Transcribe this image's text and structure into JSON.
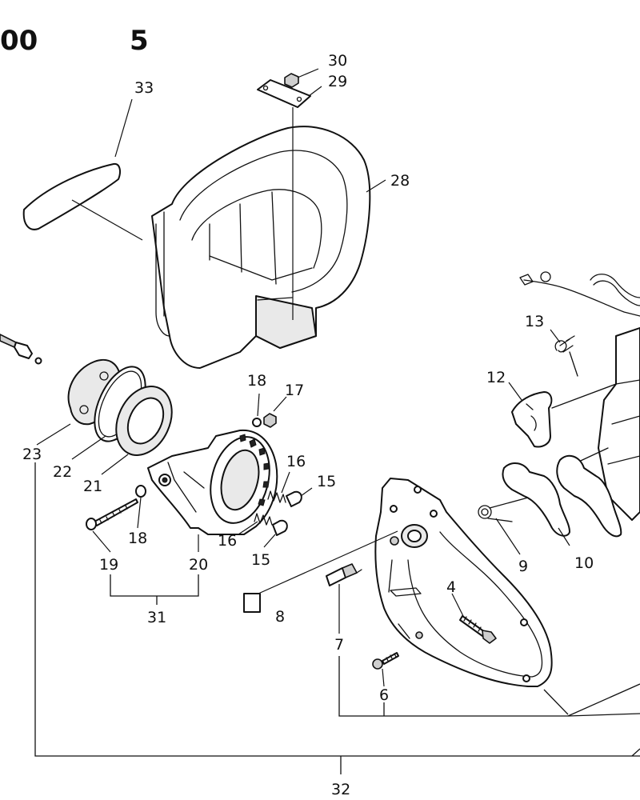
{
  "header": {
    "left_text": "00",
    "right_text": "5"
  },
  "callouts": [
    {
      "id": "c33",
      "text": "33"
    },
    {
      "id": "c30",
      "text": "30"
    },
    {
      "id": "c29",
      "text": "29"
    },
    {
      "id": "c28",
      "text": "28"
    },
    {
      "id": "c13",
      "text": "13"
    },
    {
      "id": "c12",
      "text": "12"
    },
    {
      "id": "c18a",
      "text": "18"
    },
    {
      "id": "c17",
      "text": "17"
    },
    {
      "id": "c16a",
      "text": "16"
    },
    {
      "id": "c15a",
      "text": "15"
    },
    {
      "id": "c16b",
      "text": "16"
    },
    {
      "id": "c15b",
      "text": "15"
    },
    {
      "id": "c23",
      "text": "23"
    },
    {
      "id": "c22",
      "text": "22"
    },
    {
      "id": "c21",
      "text": "21"
    },
    {
      "id": "c18b",
      "text": "18"
    },
    {
      "id": "c19",
      "text": "19"
    },
    {
      "id": "c20",
      "text": "20"
    },
    {
      "id": "c31",
      "text": "31"
    },
    {
      "id": "c8",
      "text": "8"
    },
    {
      "id": "c9",
      "text": "9"
    },
    {
      "id": "c10",
      "text": "10"
    },
    {
      "id": "c4",
      "text": "4"
    },
    {
      "id": "c7",
      "text": "7"
    },
    {
      "id": "c6",
      "text": "6"
    },
    {
      "id": "c32",
      "text": "32"
    }
  ]
}
